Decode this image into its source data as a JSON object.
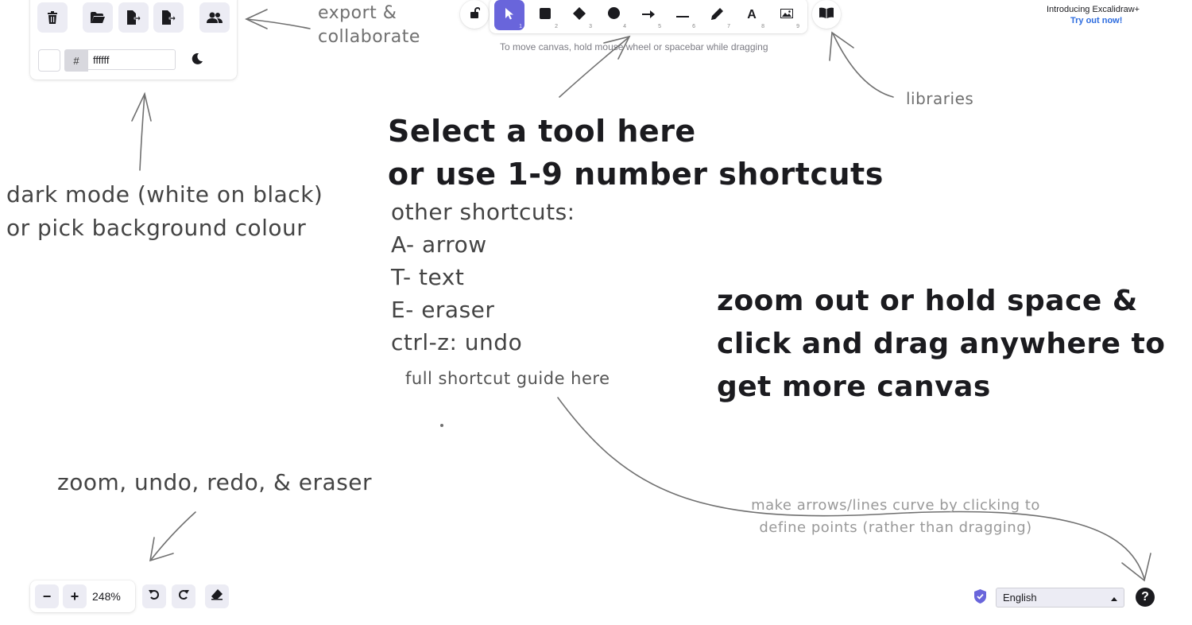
{
  "menu": {
    "clear_canvas": "clear-canvas",
    "hex_prefix": "#",
    "bg_color_value": "ffffff",
    "bg_color": "#ffffff"
  },
  "toolbar": {
    "tool_numbers": [
      "1",
      "2",
      "3",
      "4",
      "5",
      "6",
      "7",
      "8",
      "9"
    ],
    "hint": "To move canvas, hold mouse wheel or spacebar while dragging",
    "accent": "#6965db"
  },
  "promo": {
    "title": "Introducing Excalidraw+",
    "link": "Try out now!",
    "link_color": "#2d6cdf"
  },
  "annotations": {
    "export": [
      "export &",
      "collaborate"
    ],
    "libraries": "libraries",
    "dark_mode": [
      "dark mode (white on black)",
      "or pick background colour"
    ],
    "select_tool": [
      "Select a tool here",
      "or use 1-9 number shortcuts"
    ],
    "other_shortcuts": [
      "other shortcuts:",
      "A- arrow",
      "T- text",
      "E- eraser",
      "ctrl-z: undo"
    ],
    "shortcut_guide": "full shortcut guide here",
    "zoom_out": [
      "zoom out or hold space &",
      "click and drag anywhere to",
      "get more canvas"
    ],
    "zoom_undo": "zoom, undo, redo, & eraser",
    "curve": [
      "make arrows/lines curve by clicking to",
      "define points (rather than dragging)"
    ]
  },
  "footer": {
    "zoom_out_label": "−",
    "zoom_in_label": "+",
    "zoom_value": "248%",
    "language": "English"
  }
}
